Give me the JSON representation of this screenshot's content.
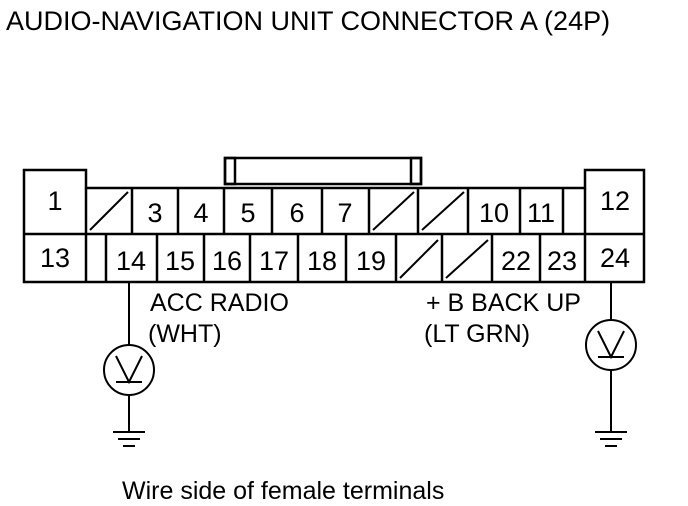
{
  "title": "AUDIO-NAVIGATION UNIT CONNECTOR A (24P)",
  "pins": {
    "p1": "1",
    "p3": "3",
    "p4": "4",
    "p5": "5",
    "p6": "6",
    "p7": "7",
    "p10": "10",
    "p11": "11",
    "p12": "12",
    "p13": "13",
    "p14": "14",
    "p15": "15",
    "p16": "16",
    "p17": "17",
    "p18": "18",
    "p19": "19",
    "p22": "22",
    "p23": "23",
    "p24": "24"
  },
  "probes": {
    "left": {
      "label": "ACC RADIO",
      "wire_color": "(WHT)",
      "pin": "14"
    },
    "right": {
      "label": "+ B BACK UP",
      "wire_color": "(LT GRN)",
      "pin": "24"
    }
  },
  "meter_icon": "voltmeter-icon",
  "ground_icon": "ground-icon",
  "caption": "Wire side of female terminals"
}
